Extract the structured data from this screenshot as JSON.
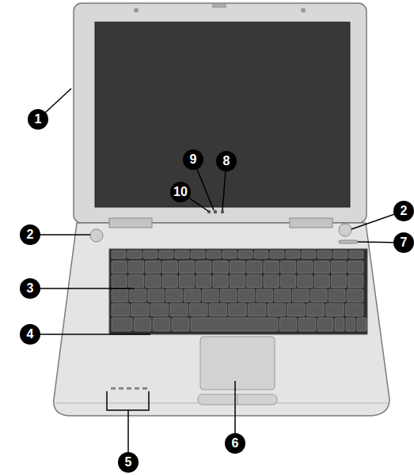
{
  "diagram": {
    "labels": [
      "1",
      "9",
      "8",
      "10",
      "2",
      "2",
      "7",
      "3",
      "4",
      "6",
      "5"
    ]
  }
}
